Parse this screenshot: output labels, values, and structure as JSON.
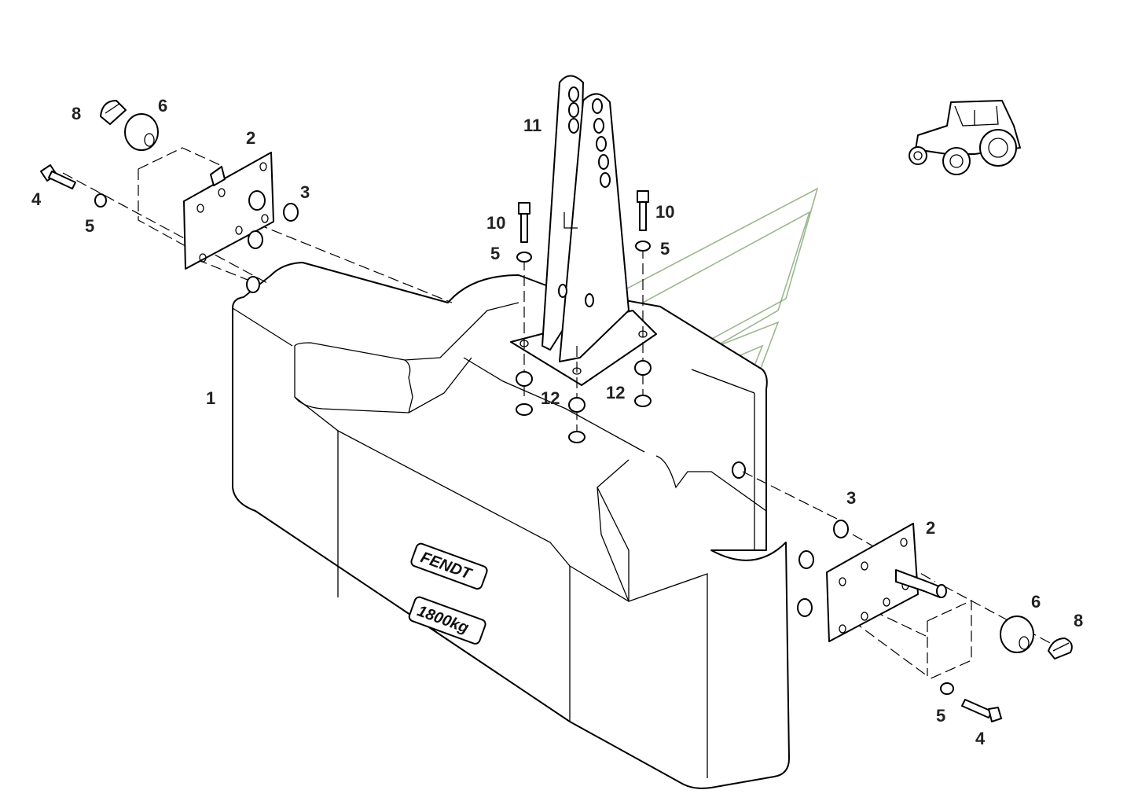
{
  "callouts": {
    "weight_block": "1",
    "plate_left": "2",
    "plate_right": "2",
    "spacer_left": "3",
    "spacer_right": "3",
    "bolt_left": "4",
    "bolt_right": "4",
    "washer_left": "5",
    "washer_right": "5",
    "washer_top_left": "5",
    "washer_top_right": "5",
    "ball_left": "6",
    "ball_right": "6",
    "clip_left": "8",
    "clip_right": "8",
    "bolt_top_left": "10",
    "bolt_top_right": "10",
    "bracket": "11",
    "nut_left": "12",
    "nut_right": "12"
  },
  "markings": {
    "brand": "FENDT",
    "weight": "1800kg"
  },
  "icons": {
    "vehicle": "tractor-icon"
  },
  "colors": {
    "line": "#000000",
    "background": "#ffffff",
    "watermark": "#7aa06a"
  }
}
